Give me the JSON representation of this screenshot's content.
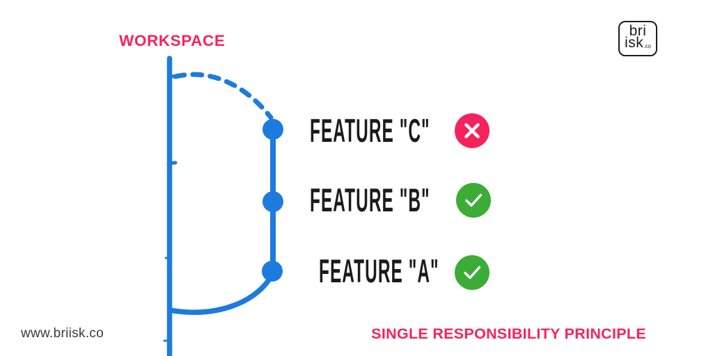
{
  "colors": {
    "blue": "#1E7BDE",
    "pink": "#F5235C",
    "green": "#3BAC35",
    "ink": "#1B1B1B",
    "gray": "#3A3A3A",
    "bg": "#FFFFFF"
  },
  "header": {
    "workspace_label": "WORKSPACE",
    "logo": {
      "line1": "bri",
      "line2": "isk",
      "suffix": ".co"
    }
  },
  "features": [
    {
      "label": "FEATURE \"C\"",
      "status": "rejected",
      "icon": "x-icon"
    },
    {
      "label": "FEATURE \"B\"",
      "status": "approved",
      "icon": "check-icon"
    },
    {
      "label": "FEATURE \"A\"",
      "status": "approved",
      "icon": "check-icon"
    }
  ],
  "diagram": {
    "kind": "git-branch-illustration",
    "trunk_label": "WORKSPACE",
    "branch_commits": [
      "FEATURE \"C\"",
      "FEATURE \"B\"",
      "FEATURE \"A\""
    ],
    "branch_out_style": "dashed",
    "merge_back_style": "solid"
  },
  "footer": {
    "website": "www.briisk.co",
    "caption": "SINGLE RESPONSIBILITY PRINCIPLE"
  }
}
